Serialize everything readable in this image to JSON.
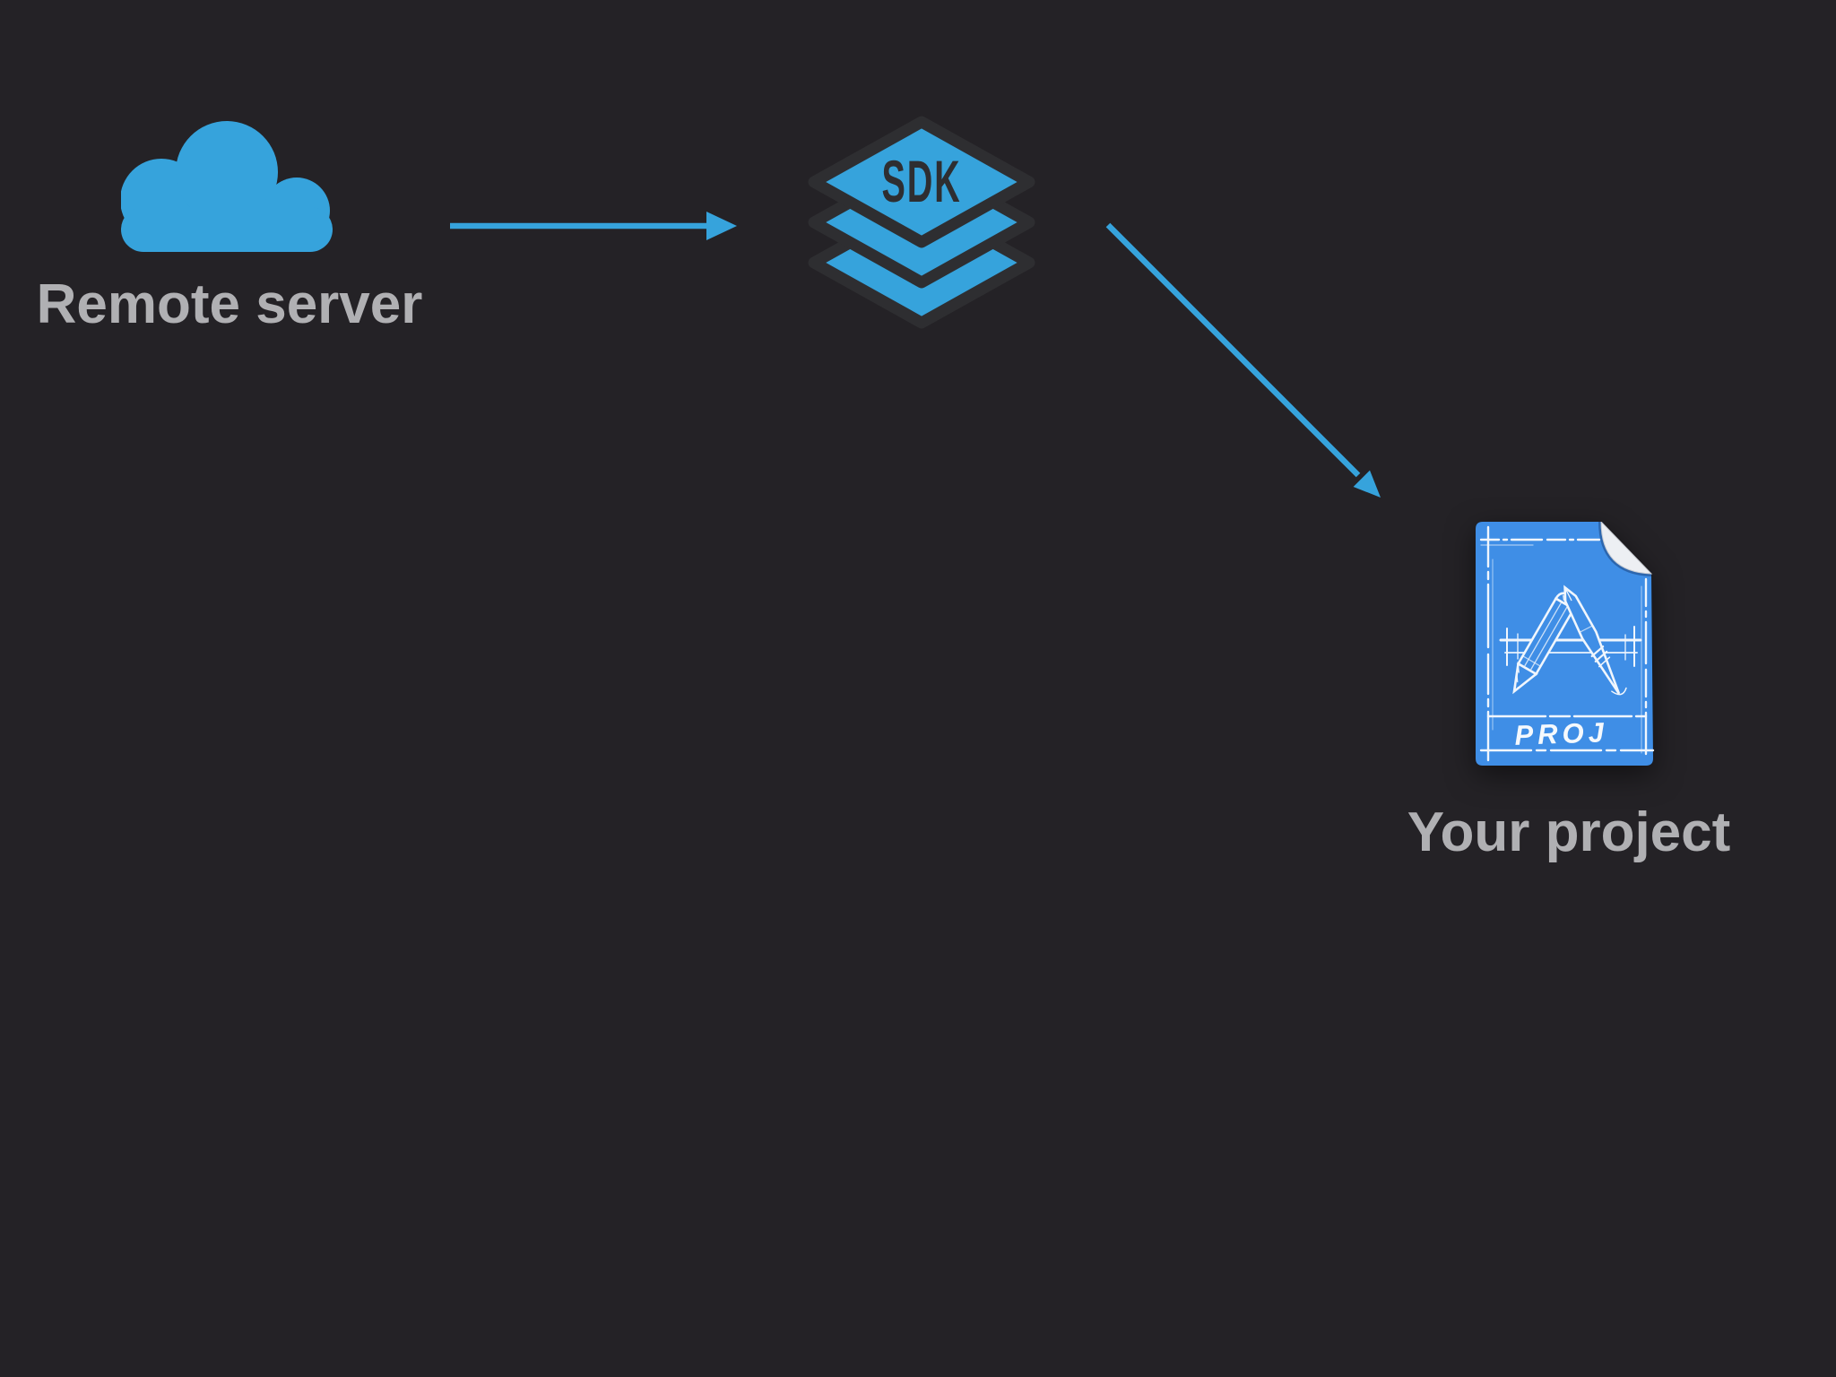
{
  "page": {
    "background": "#242226"
  },
  "colors": {
    "bg": "#242226",
    "accent": "#36A3DC",
    "ink": "#2E2E31",
    "label": "#B0B0B3",
    "blueprint-blue": "#3F8EE6",
    "sketch": "#FFFFFF",
    "fold": "#EDEFF3"
  },
  "nodes": [
    {
      "id": "remote-server",
      "label": "Remote server",
      "icon": "cloud-icon"
    },
    {
      "id": "sdk",
      "label": "SDK",
      "icon": "sdk-layers-icon"
    },
    {
      "id": "your-project",
      "label": "Your project",
      "icon": "blueprint-document-icon",
      "badge": "PROJ"
    }
  ],
  "edges": [
    {
      "from": "remote-server",
      "to": "sdk",
      "direction": "right"
    },
    {
      "from": "sdk",
      "to": "your-project",
      "direction": "down-right"
    }
  ]
}
